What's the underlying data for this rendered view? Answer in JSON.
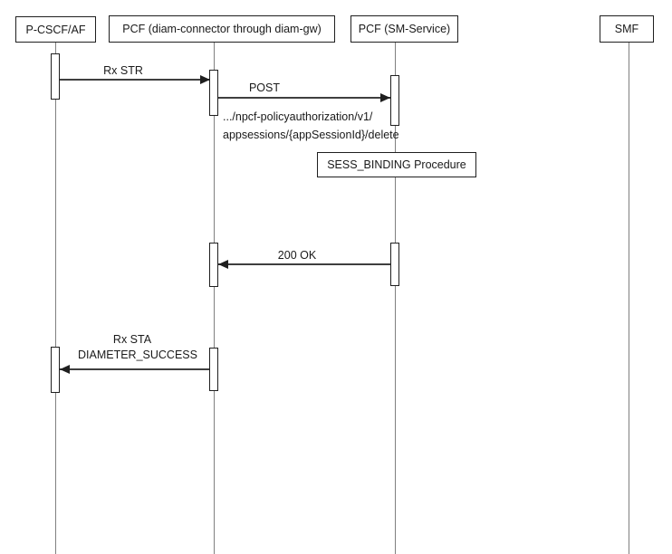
{
  "colors": {
    "background": "#ffffff",
    "lifeline": "#808080",
    "arrow": "#3f3f3f",
    "box_border": "#1f1f1f",
    "text": "#1a1a1a"
  },
  "diagram": {
    "type": "sequence-diagram",
    "actors": [
      {
        "id": "pcscf-af",
        "label": "P-CSCF/AF"
      },
      {
        "id": "pcf-diam-connector",
        "label": "PCF (diam-connector through diam-gw)"
      },
      {
        "id": "pcf-sm-service",
        "label": "PCF (SM-Service)"
      },
      {
        "id": "smf",
        "label": "SMF"
      }
    ],
    "messages": [
      {
        "id": "rx-str",
        "label": "Rx STR",
        "from": "P-CSCF/AF",
        "to": "PCF (diam-connector through diam-gw)",
        "direction": "right"
      },
      {
        "id": "post-delete",
        "label": "POST",
        "path_line1": ".../npcf-policyauthorization/v1/",
        "path_line2": "appsessions/{appSessionId}/delete",
        "from": "PCF (diam-connector through diam-gw)",
        "to": "PCF (SM-Service)",
        "direction": "right"
      },
      {
        "id": "200-ok",
        "label": "200 OK",
        "from": "PCF (SM-Service)",
        "to": "PCF (diam-connector through diam-gw)",
        "direction": "left"
      },
      {
        "id": "rx-sta",
        "label": "Rx STA",
        "label_line2": "DIAMETER_SUCCESS",
        "from": "PCF (diam-connector through diam-gw)",
        "to": "P-CSCF/AF",
        "direction": "left"
      }
    ],
    "procedure_box": {
      "label": "SESS_BINDING Procedure"
    }
  }
}
